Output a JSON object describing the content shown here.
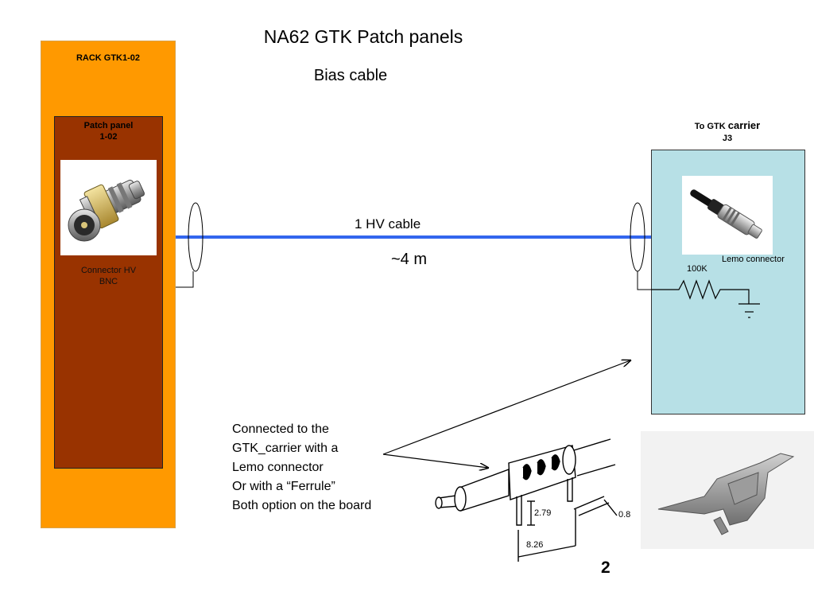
{
  "title": "NA62 GTK Patch panels",
  "subtitle": "Bias cable",
  "rack": {
    "label": "RACK GTK1-02",
    "color": "#ff9900"
  },
  "patch_panel": {
    "label_line1": "Patch panel",
    "label_line2": "1-02",
    "color": "#993300"
  },
  "bnc_connector": {
    "label_line1": "Connector HV",
    "label_line2": "BNC"
  },
  "cable": {
    "label": "1 HV cable",
    "length": "~4 m",
    "color": "#3366ee"
  },
  "carrier": {
    "label_prefix": "To GTK",
    "label_word": "carrier",
    "label_line2": "J3",
    "color": "#b7e0e6"
  },
  "lemo": {
    "label": "Lemo connector"
  },
  "resistor": {
    "label": "100K"
  },
  "note": {
    "lines": [
      "Connected to the",
      "GTK_carrier with a",
      "Lemo connector",
      "Or with a “Ferrule”",
      "Both option on the board"
    ]
  },
  "ferrule_drawing": {
    "dim_height": "2.79",
    "dim_thickness": "0.8",
    "dim_width": "8.26"
  },
  "page_number": "2"
}
